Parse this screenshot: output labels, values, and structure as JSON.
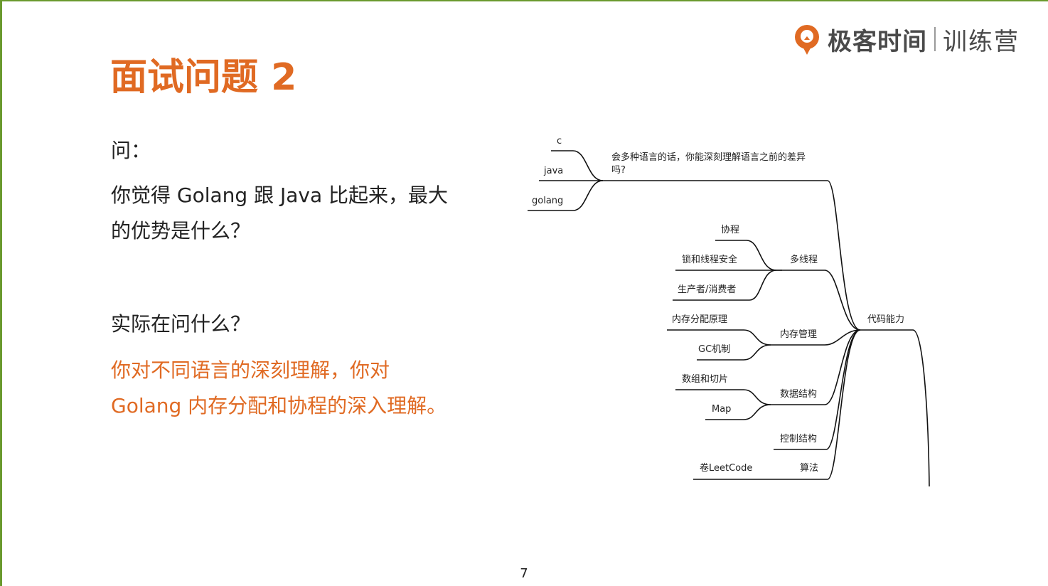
{
  "slide": {
    "title": "面试问题 2",
    "q_label": "问：",
    "question": "你觉得 Golang 跟 Java 比起来，最大的优势是什么？",
    "real_label": "实际在问什么？",
    "answer": "你对不同语言的深刻理解，你对 Golang 内存分配和协程的深入理解。",
    "page_number": "7"
  },
  "logo": {
    "brand": "极客时间",
    "sub": "训练营",
    "color": "#e06a23"
  },
  "mindmap": {
    "root": "代码能力",
    "lang_branch_line1": "会多种语言的话，你能深刻理解语言之前的差异",
    "lang_branch_line2": "吗?",
    "langs": [
      "c",
      "java",
      "golang"
    ],
    "multithread": {
      "label": "多线程",
      "children": [
        "协程",
        "锁和线程安全",
        "生产者/消费者"
      ]
    },
    "memory": {
      "label": "内存管理",
      "children": [
        "内存分配原理",
        "GC机制"
      ]
    },
    "datastruct": {
      "label": "数据结构",
      "children": [
        "数组和切片",
        "Map"
      ]
    },
    "control": {
      "label": "控制结构"
    },
    "algorithm": {
      "label": "算法",
      "children": [
        "卷LeetCode"
      ]
    }
  },
  "colors": {
    "accent": "#e06a23",
    "frame": "#6a9a2e"
  }
}
